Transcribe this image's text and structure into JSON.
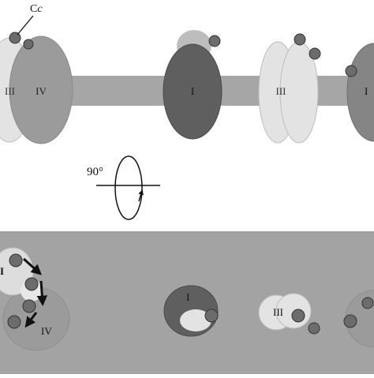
{
  "top_view": {
    "cytochrome_c_label": "Cc",
    "complex_labels": {
      "left_III": "III",
      "left_IV": "IV",
      "center_I": "I",
      "center_III": "III",
      "right_I": "I"
    }
  },
  "rotation": {
    "label": "90°"
  },
  "bottom_view": {
    "complex_labels": {
      "left_I": "I",
      "left_IV": "IV",
      "center_I": "I",
      "center_III": "III"
    }
  },
  "colors": {
    "membrane_band": "#a6a6a6",
    "bottom_panel": "#a3a3a3",
    "complex_IV": "#9b9b9b",
    "complex_III": "#e3e3e3",
    "complex_I": "#5f5f5f",
    "cytochrome_c": "#6c6c6c",
    "arrow": "#111111"
  }
}
